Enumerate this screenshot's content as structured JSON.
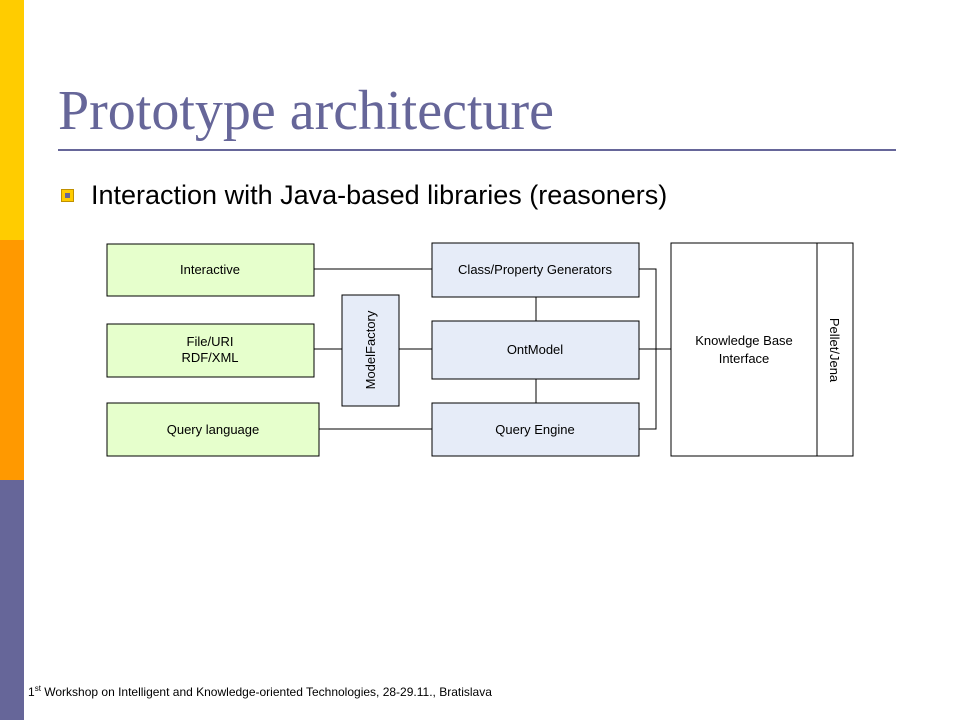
{
  "slide": {
    "title": "Prototype architecture",
    "bullet": "Interaction with Java-based libraries (reasoners)"
  },
  "colors": {
    "sidebar": [
      "#ffcc00",
      "#ff9900",
      "#666699"
    ],
    "title": "#666699",
    "input_box_fill": "#e6ffcc",
    "core_box_fill": "#e6ecf8"
  },
  "diagram": {
    "inputs": {
      "interactive": "Interactive",
      "file_uri_line1": "File/URI",
      "file_uri_line2": "RDF/XML",
      "query_language": "Query language"
    },
    "model_factory": "ModelFactory",
    "core": {
      "class_property_generators": "Class/Property Generators",
      "ont_model": "OntModel",
      "query_engine": "Query Engine"
    },
    "kb_interface_line1": "Knowledge Base",
    "kb_interface_line2": "Interface",
    "pellet_jena": "Pellet/Jena"
  },
  "footer": {
    "ordinal": "1",
    "ordinal_suffix": "st",
    "text": " Workshop on Intelligent and Knowledge-oriented Technologies, 28-29.11.,  Bratislava"
  }
}
